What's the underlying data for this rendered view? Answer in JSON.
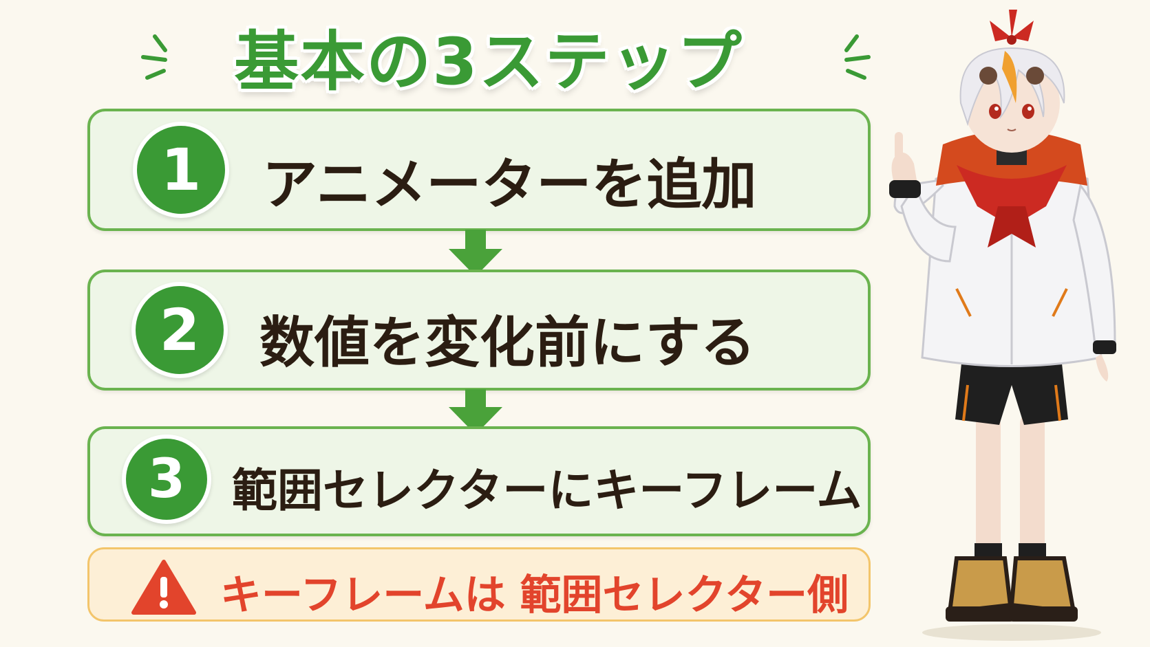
{
  "title": "基本の3ステップ",
  "steps": [
    {
      "number": "1",
      "label": "アニメーターを追加"
    },
    {
      "number": "2",
      "label": "数値を変化前にする"
    },
    {
      "number": "3",
      "label": "範囲セレクターにキーフレーム"
    }
  ],
  "warning": {
    "icon": "warning-icon",
    "text": "キーフレームは 範囲セレクター側"
  },
  "colors": {
    "accent_green": "#3a9a35",
    "card_bg": "#eef6e7",
    "warning_text": "#e2442c",
    "warning_bg": "#fdefd6"
  },
  "illustration": {
    "icon": "anime-character-illustration"
  }
}
